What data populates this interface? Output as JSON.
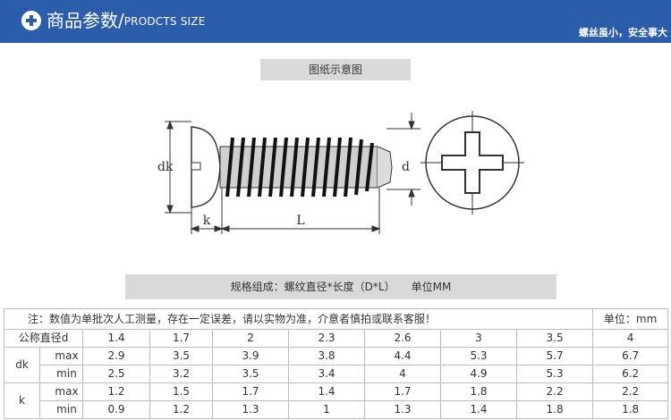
{
  "header": {
    "title_cn": "商品参数",
    "title_slash": "/",
    "title_en": "PRODCTS SIZE",
    "right_text": "螺丝虽小，安全事大"
  },
  "drawing": {
    "caption": "图纸示意图",
    "labels": {
      "dk": "dk",
      "d": "d",
      "k": "k",
      "L": "L"
    }
  },
  "spec_caption": "规格组成：螺纹直径*长度（D*L）　　单位MM",
  "table": {
    "note": "注：数值为单批次人工测量，存在一定误差，请以实物为准，介意者慎拍或联系客服！",
    "unit": "单位：mm",
    "diameter_label": "公称直径d",
    "diameters": [
      "1.4",
      "1.7",
      "2",
      "2.3",
      "2.6",
      "3",
      "3.5",
      "4"
    ],
    "groups": [
      {
        "label": "dk",
        "rows": [
          {
            "sub": "max",
            "values": [
              "2.9",
              "3.5",
              "3.9",
              "3.8",
              "4.4",
              "5.3",
              "5.7",
              "6.7"
            ]
          },
          {
            "sub": "min",
            "values": [
              "2.5",
              "3.2",
              "3.5",
              "3.4",
              "4",
              "4.9",
              "5.3",
              "6.2"
            ]
          }
        ]
      },
      {
        "label": "k",
        "rows": [
          {
            "sub": "max",
            "values": [
              "1.2",
              "1.5",
              "1.7",
              "1.4",
              "1.7",
              "1.8",
              "2.2",
              "2.2"
            ]
          },
          {
            "sub": "min",
            "values": [
              "0.9",
              "1.2",
              "1.3",
              "1",
              "1.3",
              "1.4",
              "1.8",
              "1.8"
            ]
          }
        ]
      }
    ]
  }
}
